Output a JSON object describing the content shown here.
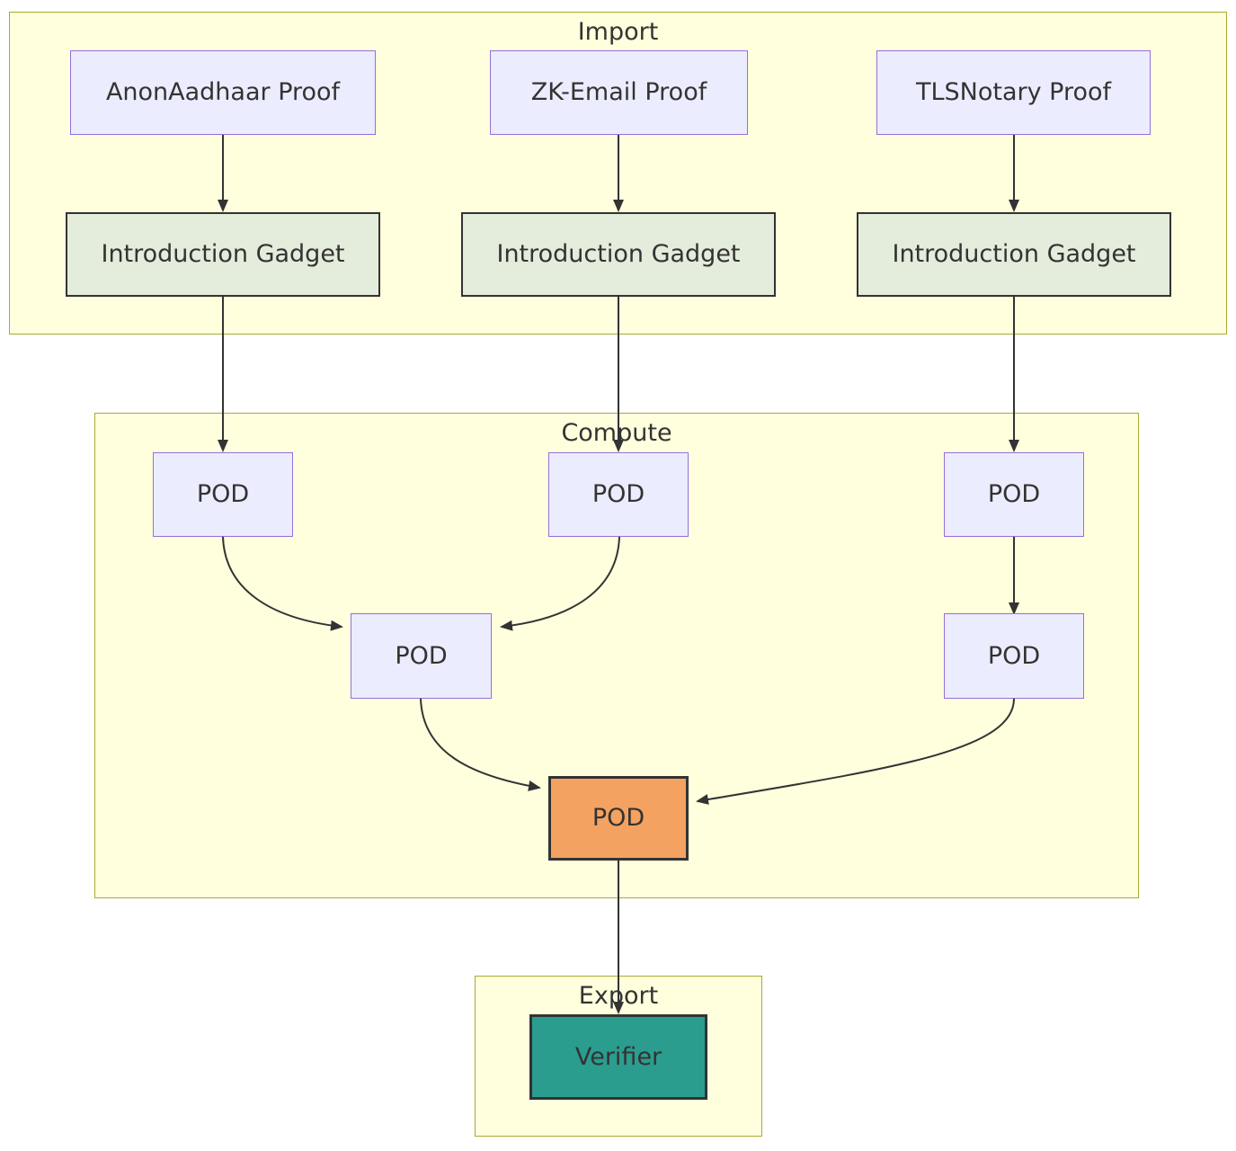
{
  "diagram": {
    "type": "flowchart",
    "sections": {
      "import": {
        "title": "Import"
      },
      "compute": {
        "title": "Compute"
      },
      "export": {
        "title": "Export"
      }
    },
    "nodes": {
      "anonaadhaar_proof": {
        "label": "AnonAadhaar Proof"
      },
      "zk_email_proof": {
        "label": "ZK-Email Proof"
      },
      "tlsnotary_proof": {
        "label": "TLSNotary Proof"
      },
      "intro_gadget_1": {
        "label": "Introduction Gadget"
      },
      "intro_gadget_2": {
        "label": "Introduction Gadget"
      },
      "intro_gadget_3": {
        "label": "Introduction Gadget"
      },
      "pod_left": {
        "label": "POD"
      },
      "pod_mid": {
        "label": "POD"
      },
      "pod_right_top": {
        "label": "POD"
      },
      "pod_merge": {
        "label": "POD"
      },
      "pod_right_bottom": {
        "label": "POD"
      },
      "pod_final": {
        "label": "POD"
      },
      "verifier": {
        "label": "Verifier"
      }
    },
    "colors": {
      "container_fill": "#FFFFDE",
      "container_border": "#AAAA33",
      "node_fill": "#ECECFF",
      "node_border": "#9370DB",
      "gadget_fill": "#E4ECDB",
      "gadget_border": "#333333",
      "final_pod_fill": "#F4A261",
      "verifier_fill": "#2A9D8F",
      "dark_border": "#333333",
      "edge_color": "#333333",
      "text_color": "#333333"
    }
  }
}
